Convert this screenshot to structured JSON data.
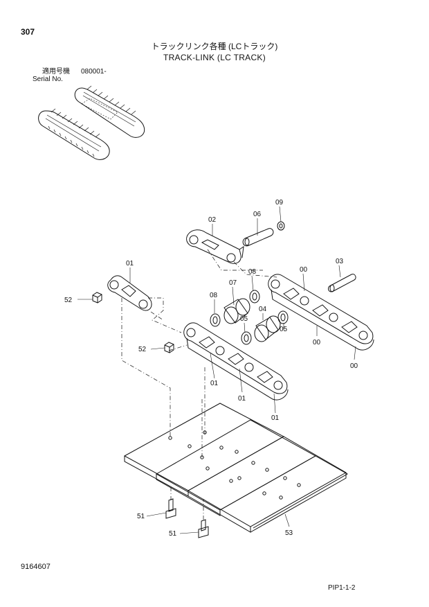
{
  "header": {
    "page_number": "307",
    "title_jp": "トラックリンク各種 (LCトラック)",
    "title_en": "TRACK-LINK (LC TRACK)",
    "serial_label_jp": "適用号機",
    "serial_label_en": "Serial No.",
    "serial_value": "080001-"
  },
  "callouts": {
    "c02": "02",
    "c06": "06",
    "c09": "09",
    "c01a": "01",
    "c03": "03",
    "c00a": "00",
    "c08a": "08",
    "c07": "07",
    "c08b": "08",
    "c52a": "52",
    "c05a": "05",
    "c04": "04",
    "c05b": "05",
    "c00b": "00",
    "c52b": "52",
    "c01b": "01",
    "c01c": "01",
    "c01d": "01",
    "c00c": "00",
    "c51a": "51",
    "c51b": "51",
    "c53": "53"
  },
  "footer": {
    "doc_number": "9164607",
    "page_code": "PIP1-1-2"
  }
}
